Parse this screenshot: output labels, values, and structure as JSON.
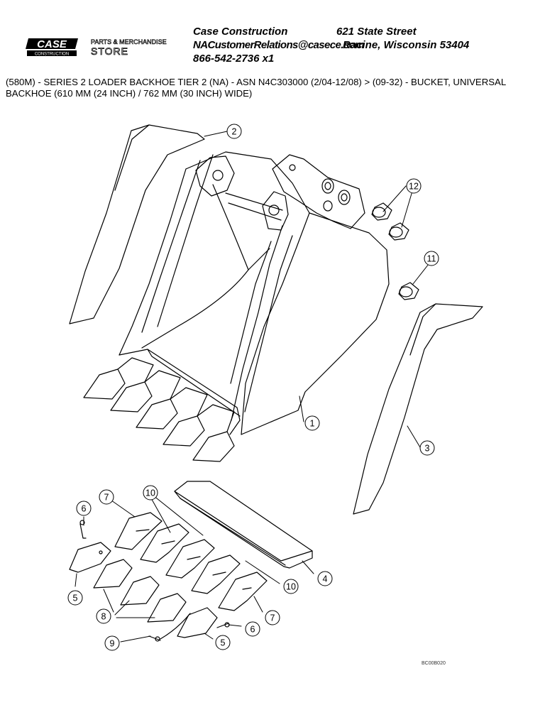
{
  "header": {
    "brand": "CASE",
    "brand_sub": "CONSTRUCTION",
    "store_line1": "PARTS & MERCHANDISE",
    "store_line2": "STORE",
    "company": "Case Construction",
    "address": "621 State Street",
    "email": "NACustomerRelations@casece.com",
    "city": "Racine, Wisconsin 53404",
    "phone": "866-542-2736 x1"
  },
  "breadcrumb": {
    "text": "(580M) - SERIES 2 LOADER BACKHOE TIER 2 (NA) - ASN N4C303000 (2/04-12/08) > (09-32) - BUCKET, UNIVERSAL BACKHOE (610 MM (24 INCH) / 762 MM (30 INCH) WIDE)"
  },
  "diagram": {
    "callouts": [
      "2",
      "12",
      "11",
      "1",
      "3",
      "7",
      "10",
      "6",
      "4",
      "10",
      "5",
      "8",
      "7",
      "6",
      "9",
      "5"
    ],
    "drawing_code": "BC00B020"
  },
  "colors": {
    "line": "#000000",
    "background": "#ffffff"
  }
}
